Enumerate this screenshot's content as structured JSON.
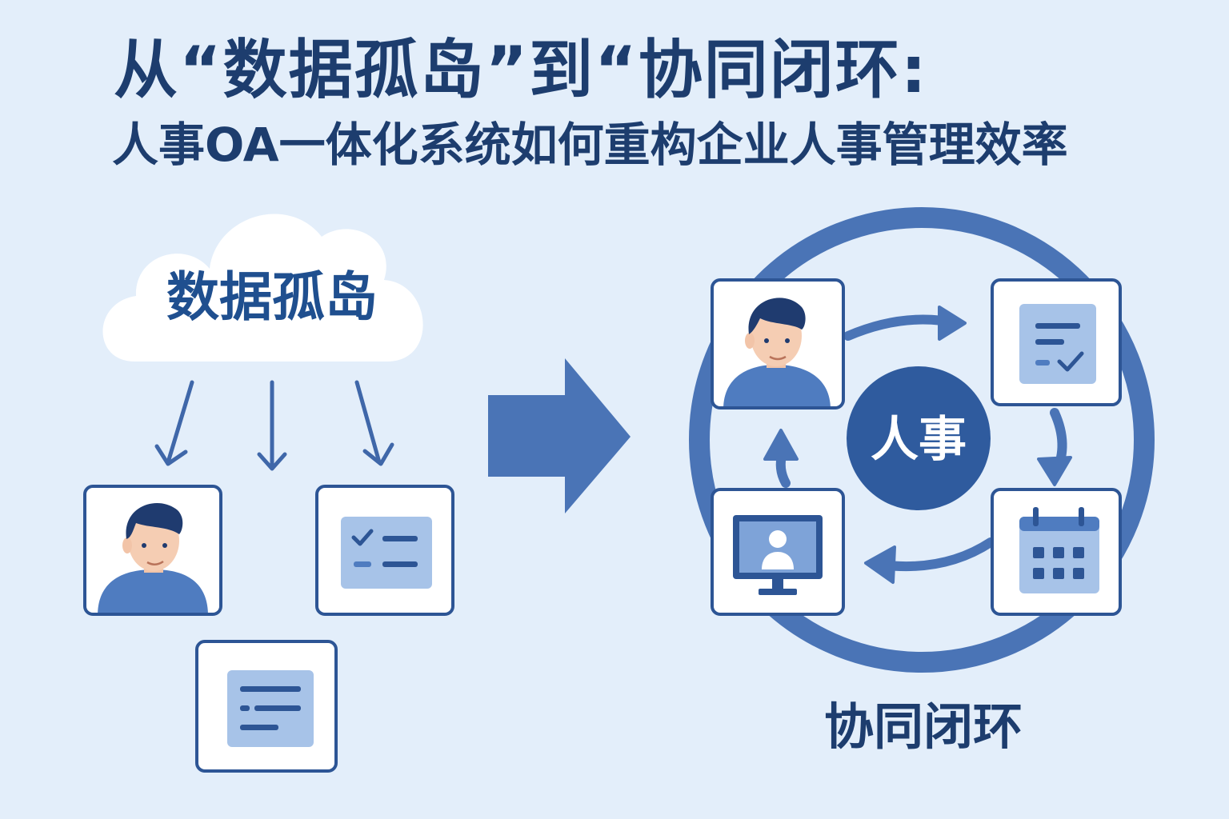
{
  "title": {
    "line1": "从“数据孤岛”到“协同闭环:",
    "line2": "人事OA一体化系统如何重构企业人事管理效率"
  },
  "left_panel": {
    "cloud_label": "数据孤岛"
  },
  "right_panel": {
    "hub_label": "人事",
    "bottom_label": "协同闭环"
  },
  "colors": {
    "background": "#e3eefa",
    "primary": "#4a74b6",
    "dark": "#1d3d6e",
    "card_border": "#2d5595",
    "light_fill": "#a7c3e8"
  },
  "icons": [
    "person-icon",
    "checklist-icon",
    "document-icon",
    "task-icon",
    "calendar-icon",
    "monitor-user-icon"
  ]
}
